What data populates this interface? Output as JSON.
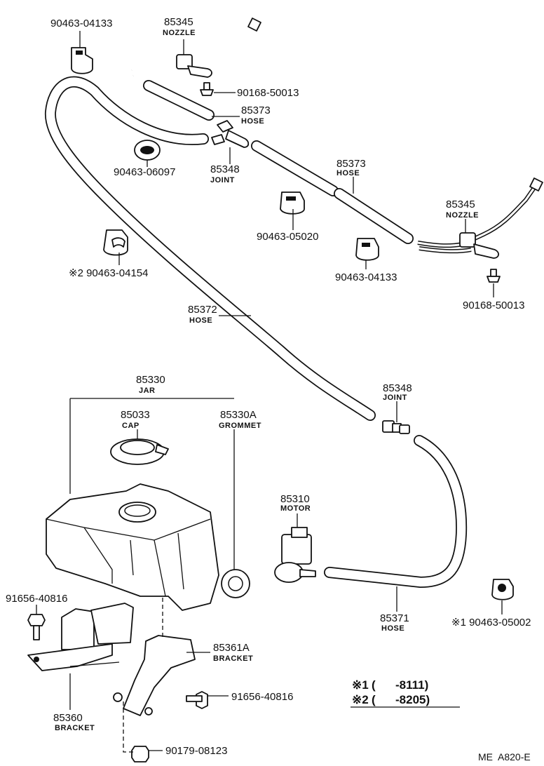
{
  "diagram_code": "ME  A820-E",
  "parts": [
    {
      "number": "90463-04133"
    },
    {
      "number": "85345",
      "name": "NOZZLE"
    },
    {
      "number": "90168-50013"
    },
    {
      "number": "85373",
      "name": "HOSE"
    },
    {
      "number": "90463-06097"
    },
    {
      "number": "85348",
      "name": "JOINT"
    },
    {
      "number": "85373",
      "name": "HOSE"
    },
    {
      "number": "90463-05020"
    },
    {
      "number": "85345",
      "name": "NOZZLE"
    },
    {
      "number": "90463-04133"
    },
    {
      "number": "90168-50013"
    },
    {
      "number": "※2 90463-04154"
    },
    {
      "number": "85372",
      "name": "HOSE"
    },
    {
      "number": "85330",
      "name": "JAR"
    },
    {
      "number": "85033",
      "name": "CAP"
    },
    {
      "number": "85330A",
      "name": "GROMMET"
    },
    {
      "number": "85348",
      "name": "JOINT"
    },
    {
      "number": "85310",
      "name": "MOTOR"
    },
    {
      "number": "91656-40816"
    },
    {
      "number": "85361A",
      "name": "BRACKET"
    },
    {
      "number": "91656-40816"
    },
    {
      "number": "85360",
      "name": "BRACKET"
    },
    {
      "number": "90179-08123"
    },
    {
      "number": "85371",
      "name": "HOSE"
    },
    {
      "number": "※1 90463-05002"
    }
  ],
  "notes": [
    {
      "mark": "※1",
      "range": "(      -8111)"
    },
    {
      "mark": "※2",
      "range": "(      -8205)"
    }
  ]
}
